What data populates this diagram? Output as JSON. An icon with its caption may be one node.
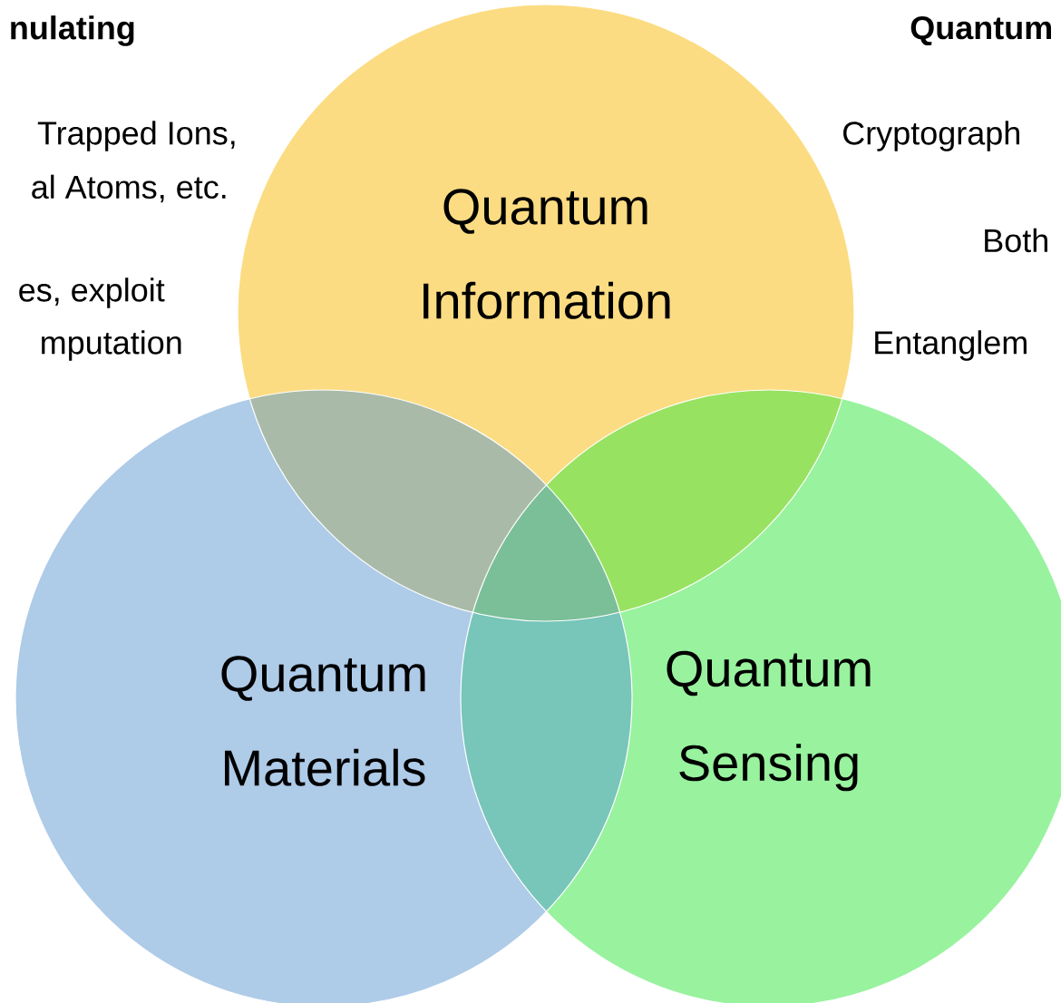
{
  "diagram": {
    "nodes": [
      {
        "text": [
          "Quantum Information"
        ]
      },
      {
        "text": [
          "Quantum Materials"
        ]
      },
      {
        "text": [
          "Quantum Sensing"
        ]
      }
    ],
    "labels": [
      "nulating",
      "Quantum",
      "Trapped Ions,",
      "Cryptograph",
      "al Atoms, etc.",
      "Both",
      "es, exploit",
      "mputation",
      "Entanglem"
    ]
  }
}
